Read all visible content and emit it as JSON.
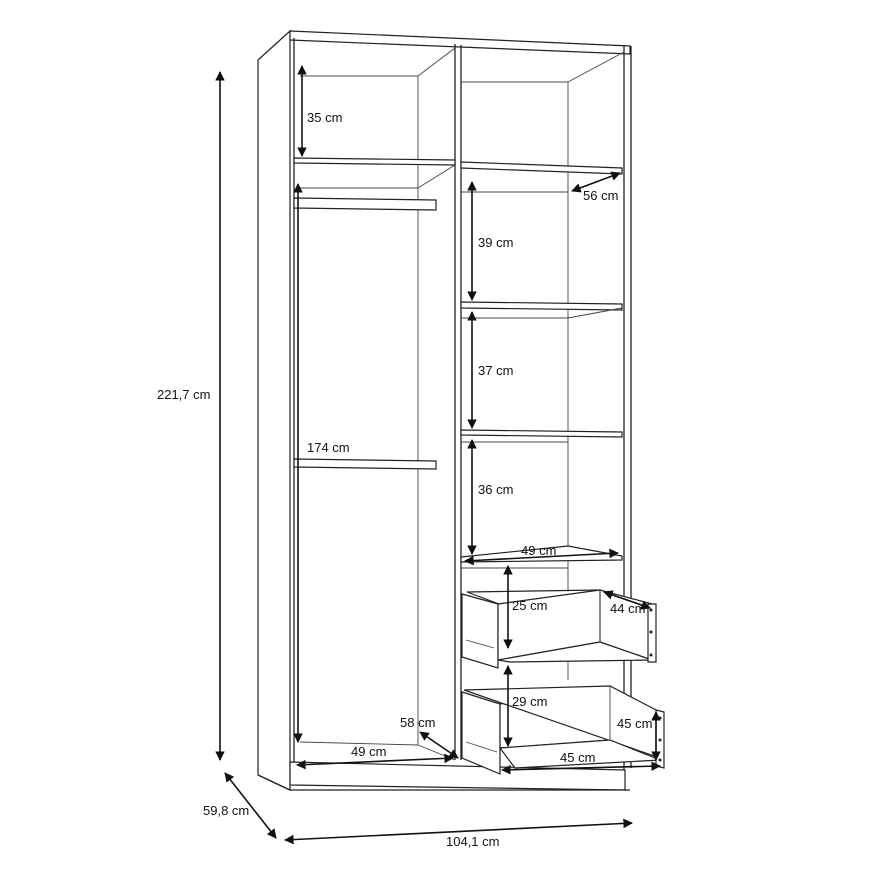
{
  "dimensions": {
    "height_total": "221,7 cm",
    "depth_total": "59,8 cm",
    "width_total": "104,1 cm",
    "top_compartment_height": "35 cm",
    "hanging_height": "174 cm",
    "hanging_width": "49 cm",
    "hanging_depth": "58 cm",
    "shelf_depth": "56 cm",
    "shelf_1_height": "39 cm",
    "shelf_2_height": "37 cm",
    "shelf_3_height": "36 cm",
    "shelf_width": "49 cm",
    "drawer_1_height": "25 cm",
    "drawer_1_depth": "44 cm",
    "drawer_2_height": "29 cm",
    "drawer_2_depth": "45 cm",
    "drawer_2_width": "45 cm"
  }
}
